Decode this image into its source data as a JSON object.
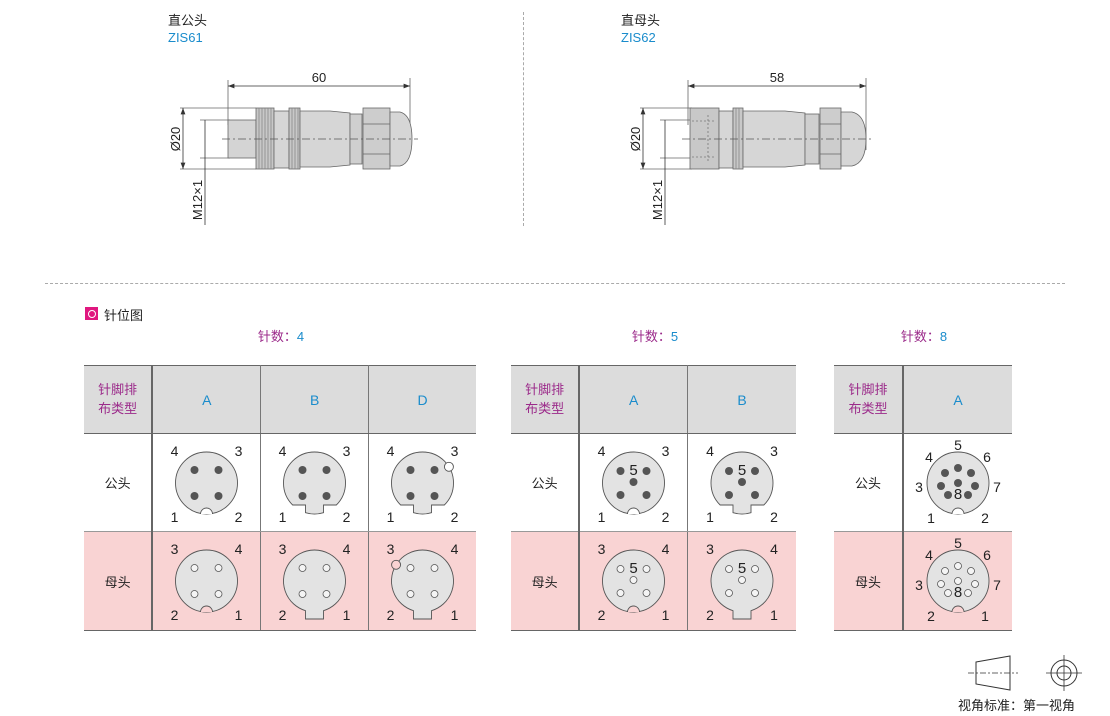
{
  "drawings": [
    {
      "title": "直公头",
      "model": "ZIS61",
      "length": "60",
      "diameter": "Ø20",
      "thread": "M12×1"
    },
    {
      "title": "直母头",
      "model": "ZIS62",
      "length": "58",
      "diameter": "Ø20",
      "thread": "M12×1"
    }
  ],
  "section": {
    "title": "针位图",
    "icon": "square-circle-bullet-icon",
    "accent": "#e0177f"
  },
  "pin_count_label": "针数：",
  "type_header": [
    "针脚排",
    "布类型"
  ],
  "row_labels": {
    "male": "公头",
    "female": "母头"
  },
  "tables": [
    {
      "pins": "4",
      "codes": [
        "A",
        "B",
        "D"
      ],
      "male_labels": [
        "4",
        "3",
        "1",
        "2"
      ],
      "female_labels": [
        "3",
        "4",
        "2",
        "1"
      ]
    },
    {
      "pins": "5",
      "codes": [
        "A",
        "B"
      ],
      "male_labels": [
        "4",
        "3",
        "1",
        "2"
      ],
      "female_labels": [
        "3",
        "4",
        "2",
        "1"
      ],
      "center_label": "5"
    },
    {
      "pins": "8",
      "codes": [
        "A"
      ],
      "male_labels": [
        "5",
        "4",
        "6",
        "3",
        "7",
        "1",
        "2"
      ],
      "female_labels": [
        "5",
        "4",
        "6",
        "3",
        "7",
        "2",
        "1"
      ],
      "center_label": "8"
    }
  ],
  "view_standard": "视角标准：第一视角",
  "colors": {
    "blue": "#1a8ccc",
    "purple": "#9b2a8a",
    "female_bg": "#f9d3d3",
    "header_bg": "#dcdcdc"
  }
}
